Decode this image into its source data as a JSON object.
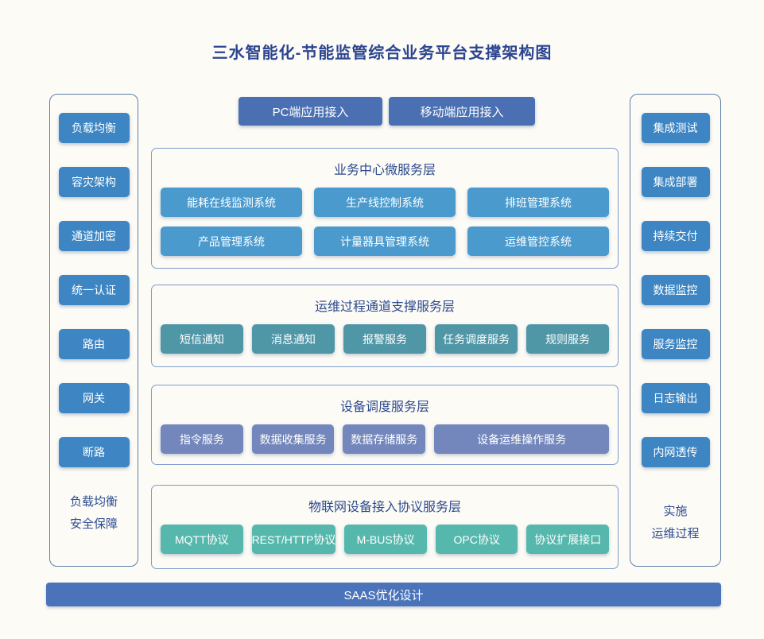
{
  "title": "三水智能化-节能监管综合业务平台支撑架构图",
  "colors": {
    "title_text": "#2c4590",
    "sidebar_button": "#3d86c3",
    "accent_button": "#4a6fb2",
    "layer1_node": "#4a9acd",
    "layer2_node": "#4f96a7",
    "layer3_node": "#7387bc",
    "layer4_node": "#56b8ad",
    "bottom_bar": "#4a73ba",
    "container_border": "#7f9ccd"
  },
  "left_sidebar": {
    "items": [
      "负载均衡",
      "容灾架构",
      "通道加密",
      "统一认证",
      "路由",
      "网关",
      "断路"
    ],
    "footer_lines": [
      "负载均衡",
      "安全保障"
    ]
  },
  "right_sidebar": {
    "items": [
      "集成测试",
      "集成部署",
      "持续交付",
      "数据监控",
      "服务监控",
      "日志输出",
      "内网透传"
    ],
    "footer_lines": [
      "实施",
      "运维过程"
    ]
  },
  "top_buttons": [
    "PC端应用接入",
    "移动端应用接入"
  ],
  "layers": [
    {
      "title": "业务中心微服务层",
      "items": [
        "能耗在线监测系统",
        "生产线控制系统",
        "排班管理系统",
        "产品管理系统",
        "计量器具管理系统",
        "运维管控系统"
      ]
    },
    {
      "title": "运维过程通道支撑服务层",
      "items": [
        "短信通知",
        "消息通知",
        "报警服务",
        "任务调度服务",
        "规则服务"
      ]
    },
    {
      "title": "设备调度服务层",
      "items": [
        "指令服务",
        "数据收集服务",
        "数据存储服务",
        "设备运维操作服务"
      ]
    },
    {
      "title": "物联网设备接入协议服务层",
      "items": [
        "MQTT协议",
        "REST/HTTP协议",
        "M-BUS协议",
        "OPC协议",
        "协议扩展接口"
      ]
    }
  ],
  "bottom_bar": "SAAS优化设计"
}
